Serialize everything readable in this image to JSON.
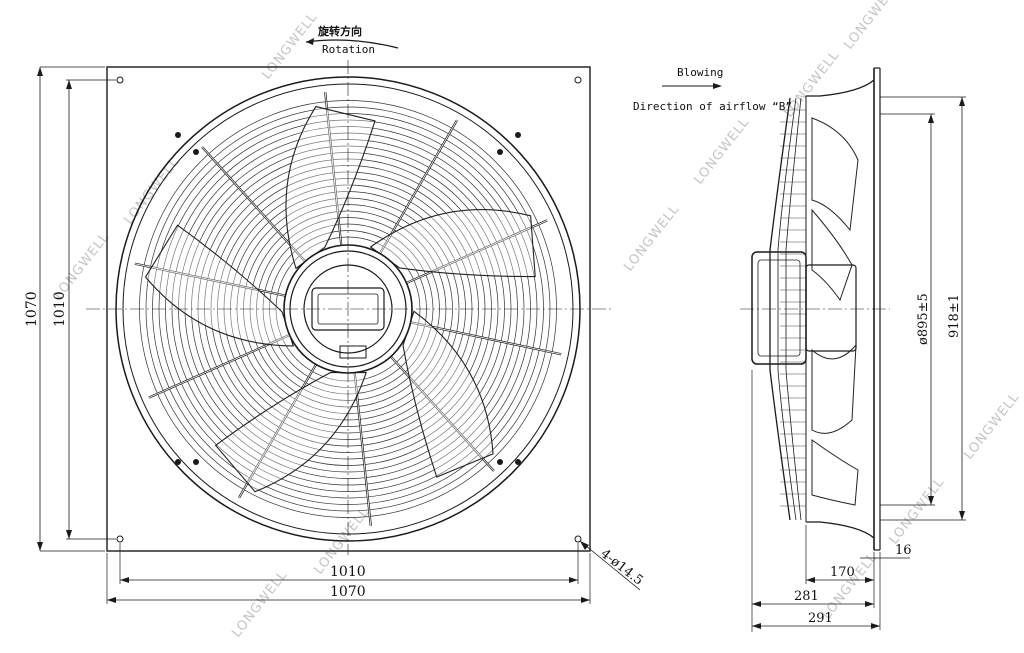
{
  "rotation": {
    "label_cn": "旋转方向",
    "label_en": "Rotation"
  },
  "airflow": {
    "blowing": "Blowing",
    "direction": "Direction of airflow “B”"
  },
  "front_view": {
    "height_outer": "1070",
    "height_inner": "1010",
    "width_inner": "1010",
    "width_outer": "1070",
    "holes": "4-ø14.5"
  },
  "side_view": {
    "diameter_inner": "ø895±5",
    "diameter_outer": "918±1",
    "offset_16": "16",
    "depth_170": "170",
    "depth_281": "281",
    "depth_291": "291"
  },
  "watermark": "LONGWELL",
  "colors": {
    "line": "#1a1a1a",
    "watermark": "#c4c4c4",
    "background": "#ffffff"
  }
}
